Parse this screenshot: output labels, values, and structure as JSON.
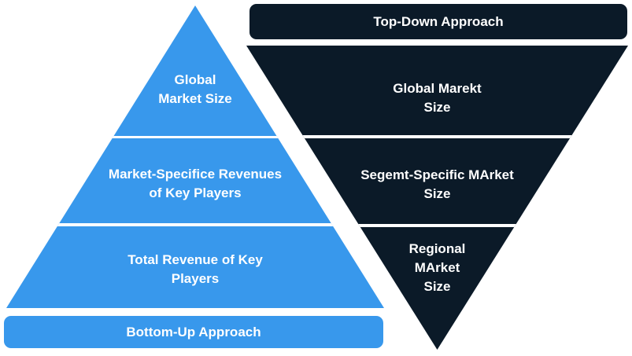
{
  "colors": {
    "blue": "#3898EC",
    "navy": "#0B1A28",
    "text": "#FFFFFF",
    "bg": "#FFFFFF"
  },
  "bottom_up": {
    "bar_label": "Bottom-Up Approach",
    "tiers": [
      {
        "label": "Global\nMarket Size"
      },
      {
        "label": "Market-Specifice Revenues\nof Key Players"
      },
      {
        "label": "Total Revenue of Key\nPlayers"
      }
    ]
  },
  "top_down": {
    "bar_label": "Top-Down Approach",
    "tiers": [
      {
        "label": "Global Marekt\nSize"
      },
      {
        "label": "Segemt-Specific MArket\nSize"
      },
      {
        "label": "Regional\nMArket\nSize"
      }
    ]
  }
}
